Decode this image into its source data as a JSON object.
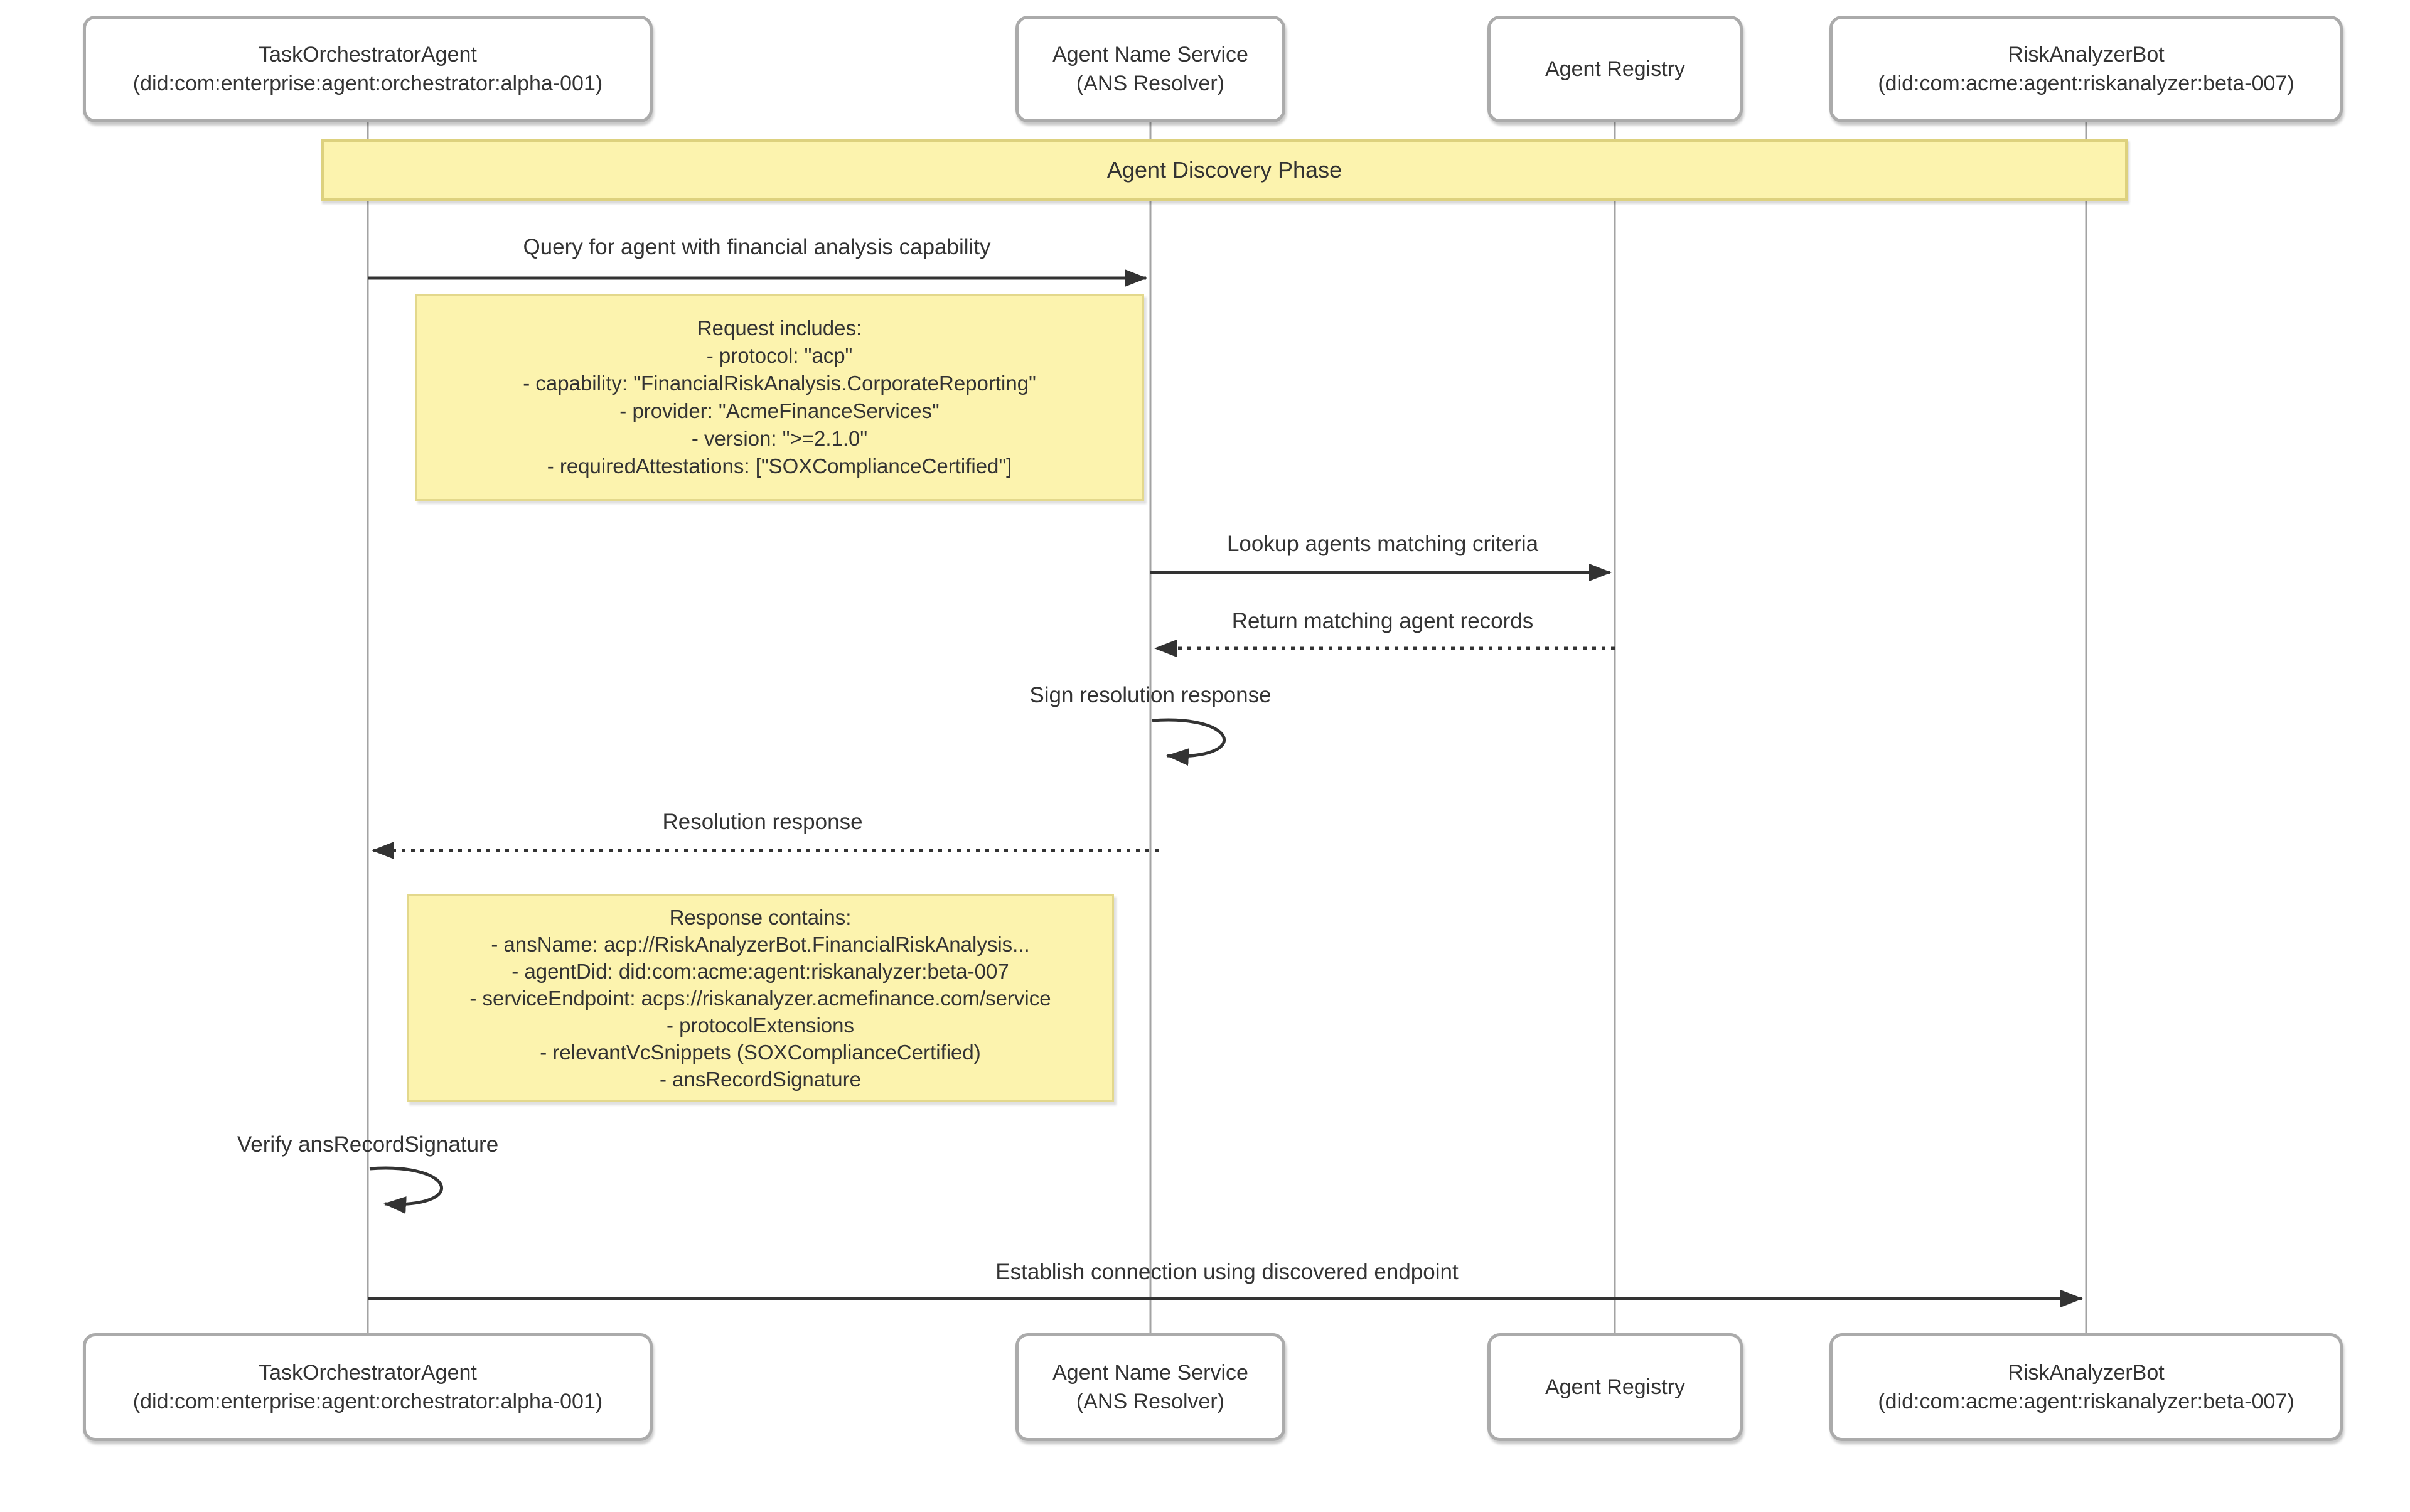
{
  "diagram": {
    "band_label": "Agent Discovery Phase",
    "participants": [
      {
        "id": "orchestrator",
        "lines": [
          "TaskOrchestratorAgent",
          "(did:com:enterprise:agent:orchestrator:alpha-001)"
        ]
      },
      {
        "id": "ans-resolver",
        "lines": [
          "Agent Name Service",
          "(ANS Resolver)"
        ]
      },
      {
        "id": "agent-registry",
        "lines": [
          "Agent Registry"
        ]
      },
      {
        "id": "risk-analyzer",
        "lines": [
          "RiskAnalyzerBot",
          "(did:com:acme:agent:riskanalyzer:beta-007)"
        ]
      }
    ],
    "messages": {
      "query": "Query for agent with financial analysis capability",
      "lookup": "Lookup agents matching criteria",
      "return_records": "Return matching agent records",
      "sign": "Sign resolution response",
      "resolution": "Resolution response",
      "verify": "Verify ansRecordSignature",
      "establish": "Establish connection using discovered endpoint"
    },
    "notes": {
      "request": {
        "lines": [
          "Request includes:",
          "- protocol: \"acp\"",
          "- capability: \"FinancialRiskAnalysis.CorporateReporting\"",
          "- provider: \"AcmeFinanceServices\"",
          "- version: \">=2.1.0\"",
          "- requiredAttestations: [\"SOXComplianceCertified\"]"
        ]
      },
      "response": {
        "lines": [
          "Response contains:",
          "- ansName: acp://RiskAnalyzerBot.FinancialRiskAnalysis...",
          "- agentDid: did:com:acme:agent:riskanalyzer:beta-007",
          "- serviceEndpoint: acps://riskanalyzer.acmefinance.com/service",
          "- protocolExtensions",
          "- relevantVcSnippets (SOXComplianceCertified)",
          "- ansRecordSignature"
        ]
      }
    },
    "colors": {
      "note_fill": "#fcf3ae",
      "note_border": "#e3d88c",
      "band_border": "#ddd17e",
      "arrow": "#333333",
      "lifeline": "#a3a3a3",
      "box_border": "#ababab",
      "text": "#333333",
      "background": "#ffffff"
    }
  }
}
